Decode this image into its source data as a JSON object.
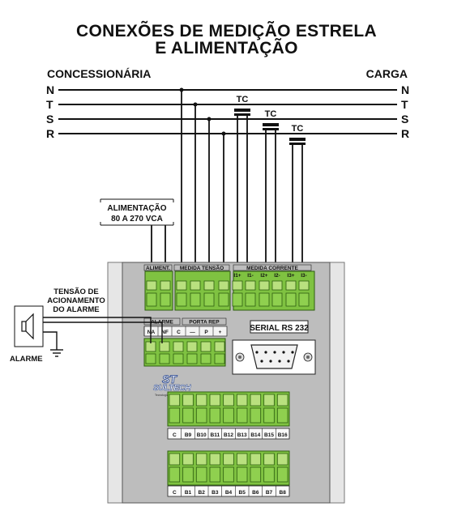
{
  "title": {
    "line1": "CONEXÕES DE MEDIÇÃO ESTRELA",
    "line2": "E ALIMENTAÇÃO"
  },
  "side_labels": {
    "left": "CONCESSIONÁRIA",
    "right": "CARGA"
  },
  "phases": [
    "N",
    "T",
    "S",
    "R"
  ],
  "ct_label": "TC",
  "supply_box": {
    "line1": "ALIMENTAÇÃO",
    "line2": "80 A 270 VCA"
  },
  "alarm_voltage": {
    "line1": "TENSÃO DE",
    "line2": "ACIONAMENTO",
    "line3": "DO ALARME"
  },
  "alarm_device_label": "ALARME",
  "device": {
    "group_alimentacao": "ALIMENT.",
    "group_tensao": "MEDIDA TENSÃO",
    "group_corrente": "MEDIDA CORRENTE",
    "top_terminals": [
      "I1+",
      "I1-",
      "I2+",
      "I2-",
      "I3+",
      "I3-"
    ],
    "alarm_header": "ALARME",
    "porta_header": "PORTA REP",
    "alarm_terminals": [
      "NA",
      "NF",
      "C",
      "—",
      "P",
      "+"
    ],
    "serial_label": "SERIAL RS 232",
    "logo": "SULTECH",
    "logo_sub": "Tecnologia em Automação",
    "bottom_row1": [
      "C",
      "B9",
      "B10",
      "B11",
      "B12",
      "B13",
      "B14",
      "B15",
      "B16"
    ],
    "bottom_row2": [
      "C",
      "B1",
      "B2",
      "B3",
      "B4",
      "B5",
      "B6",
      "B7",
      "B8"
    ]
  }
}
